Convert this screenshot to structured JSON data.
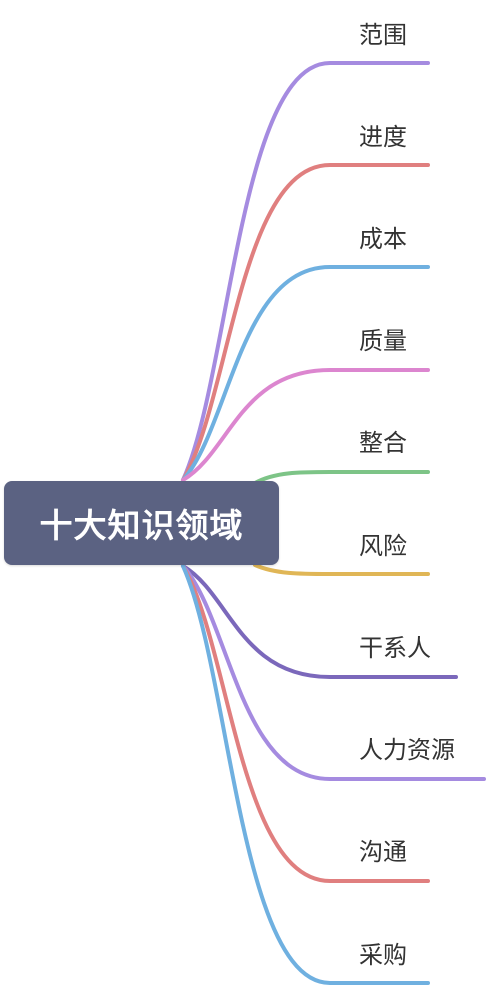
{
  "root": {
    "label": "十大知识领域"
  },
  "branches": [
    {
      "label": "范围",
      "color": "#a58be0"
    },
    {
      "label": "进度",
      "color": "#e07f7f"
    },
    {
      "label": "成本",
      "color": "#6fb0e0"
    },
    {
      "label": "质量",
      "color": "#dc86cf"
    },
    {
      "label": "整合",
      "color": "#7dc487"
    },
    {
      "label": "风险",
      "color": "#e0b656"
    },
    {
      "label": "干系人",
      "color": "#7b68bb"
    },
    {
      "label": "人力资源",
      "color": "#a58be0"
    },
    {
      "label": "沟通",
      "color": "#e07f7f"
    },
    {
      "label": "采购",
      "color": "#6fb0e0"
    }
  ]
}
